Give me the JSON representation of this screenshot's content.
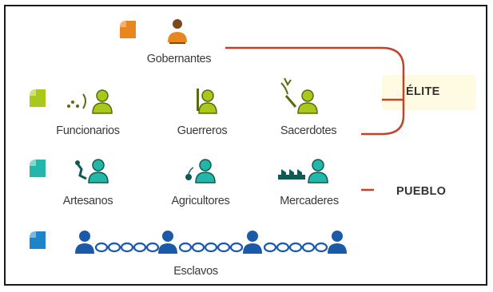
{
  "colors": {
    "gobernantes": "#e8871f",
    "funcionarios": "#a8c81c",
    "pueblo": "#22b7a8",
    "esclavos": "#1e84c8",
    "bracket": "#c0442a",
    "person_dark": "#7a4a1a",
    "esclavo_person": "#1a5aa8"
  },
  "groups": {
    "elite": "ÉLITE",
    "pueblo": "PUEBLO"
  },
  "levels": {
    "gobernantes": "Gobernantes",
    "funcionarios": "Funcionarios",
    "guerreros": "Guerreros",
    "sacerdotes": "Sacerdotes",
    "artesanos": "Artesanos",
    "agricultores": "Agricultores",
    "mercaderes": "Mercaderes",
    "esclavos": "Esclavos"
  }
}
